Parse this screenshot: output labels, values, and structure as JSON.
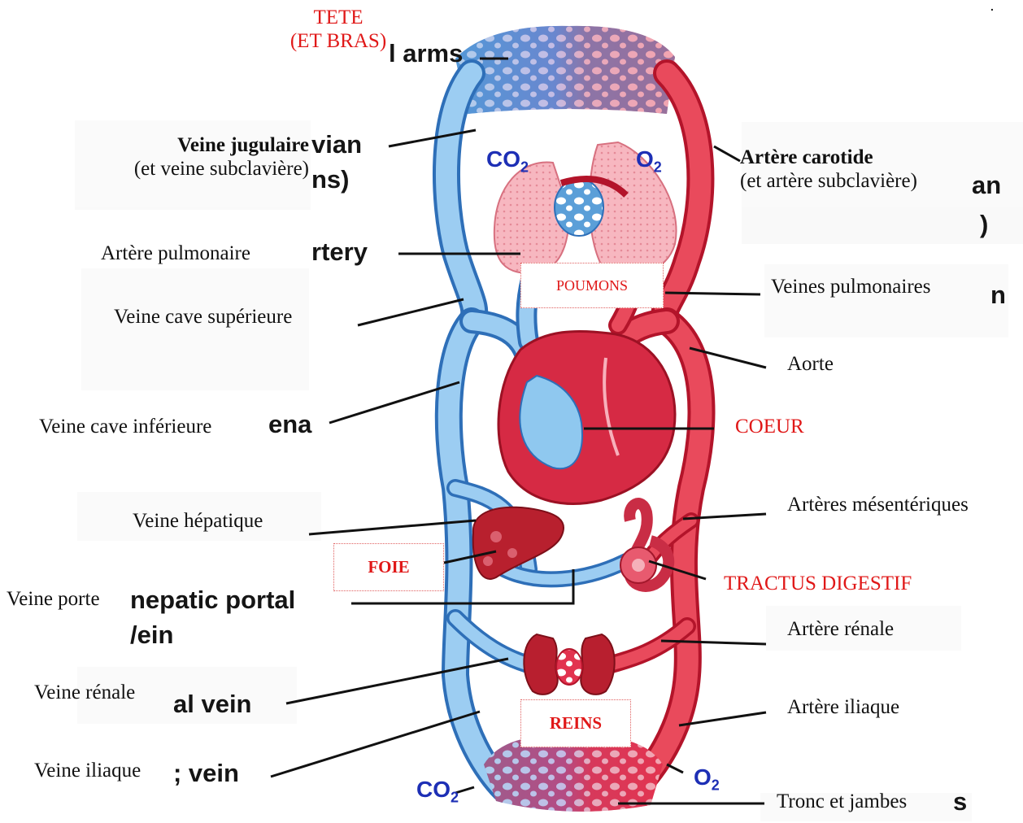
{
  "colors": {
    "vein_blue": "#9ccdf2",
    "vein_outline": "#2e6fb8",
    "artery_red": "#e94a5c",
    "artery_outline": "#b3142a",
    "label_red": "#e01818"
  },
  "labels": {
    "head": "TETE",
    "head_sub": "(ET BRAS)",
    "jugular": "Veine jugulaire",
    "jugular_sub": "(et veine subclavière)",
    "carotid": "Artère carotide",
    "carotid_sub": "(et artère subclavière)",
    "pulm_artery": "Artère pulmonaire",
    "pulm_veins": "Veines pulmonaires",
    "sup_vena_cava": "Veine cave supérieure",
    "aorta": "Aorte",
    "inf_vena_cava": "Veine cave inférieure",
    "heart": "COEUR",
    "hepatic_vein": "Veine hépatique",
    "mesenteric": "Artères mésentériques",
    "portal_vein": "Veine porte",
    "digestive": "TRACTUS DIGESTIF",
    "renal_artery": "Artère rénale",
    "renal_vein": "Veine rénale",
    "iliac_artery": "Artère iliaque",
    "iliac_vein": "Veine iliaque",
    "trunk_legs": "Tronc et jambes"
  },
  "organs": {
    "lungs": "POUMONS",
    "liver": "FOIE",
    "kidneys": "REINS"
  },
  "gases": {
    "co2_top": "CO",
    "o2_top": "O",
    "co2_bottom": "CO",
    "o2_bottom": "O",
    "subscript": "2"
  },
  "original_english": {
    "arms": "l arms",
    "subclavian1": "vian",
    "subclavian2": "ns)",
    "artery": "rtery",
    "vena": "ena",
    "hepatic_portal": "nepatic portal",
    "vein": "/ein",
    "renal_vein": "al vein",
    "iliac_vein": "; vein",
    "an": "an",
    "paren": ")",
    "n": "n",
    "s": "s",
    "dot": "."
  }
}
